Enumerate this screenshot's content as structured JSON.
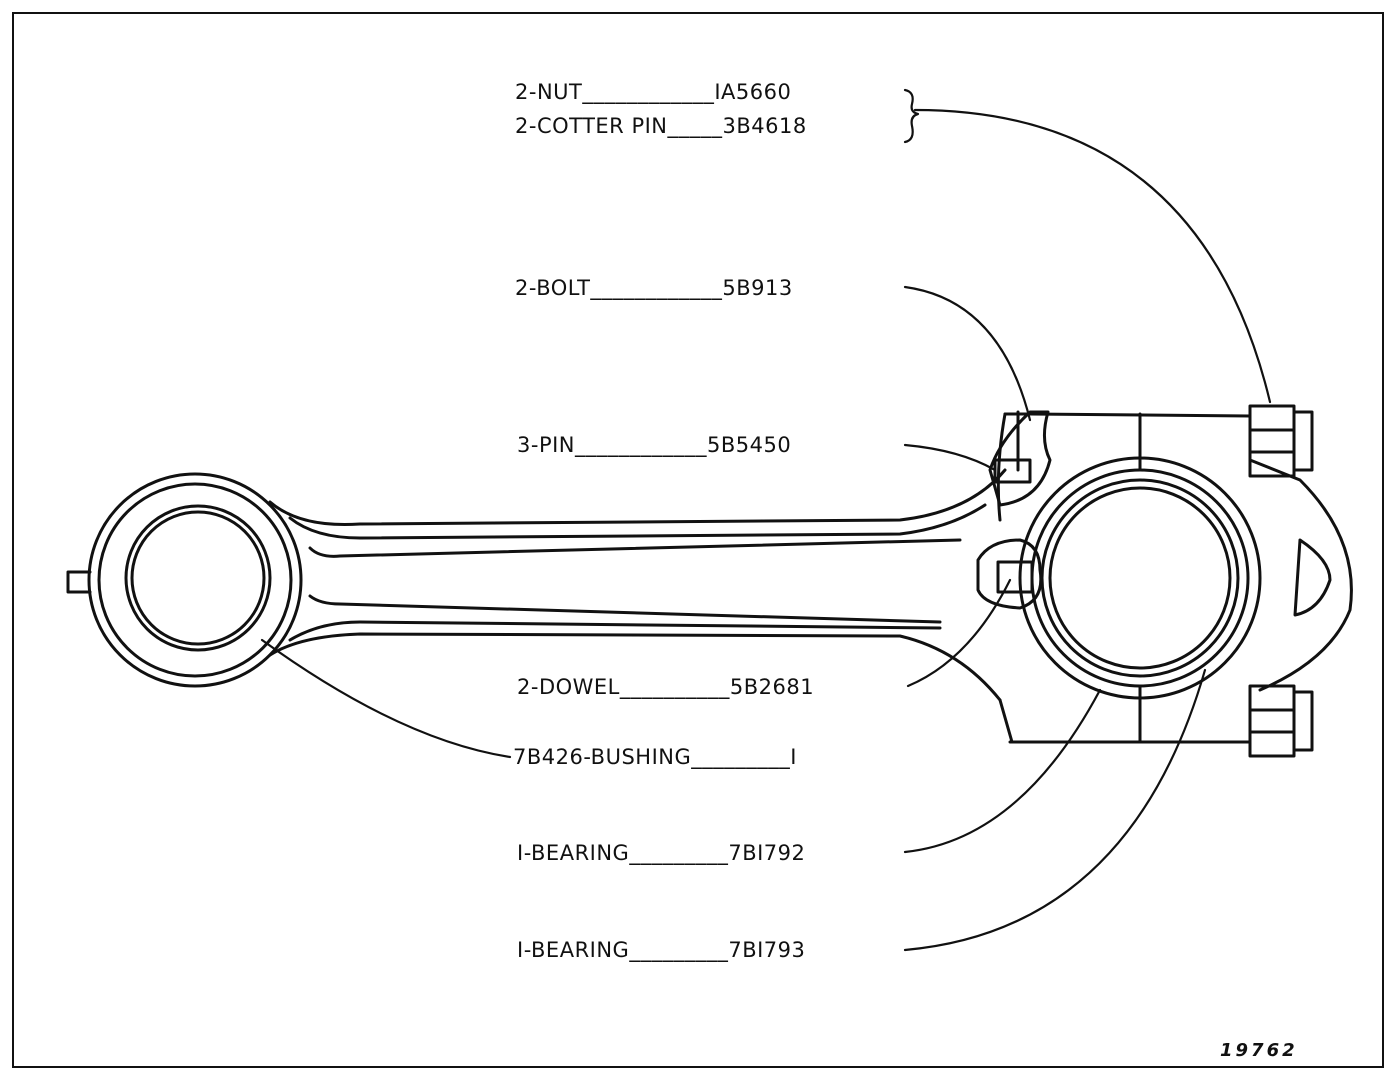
{
  "parts": {
    "nut": "2-NUT____________IA5660",
    "cotter_pin": "2-COTTER PIN_____3B4618",
    "bolt": "2-BOLT____________5B913",
    "pin": "3-PIN____________5B5450",
    "dowel": "2-DOWEL__________5B2681",
    "bushing": "7B426-BUSHING_________I",
    "bearing_1": "I-BEARING_________7BI792",
    "bearing_2": "I-BEARING_________7BI793"
  },
  "figure_number": "19762"
}
